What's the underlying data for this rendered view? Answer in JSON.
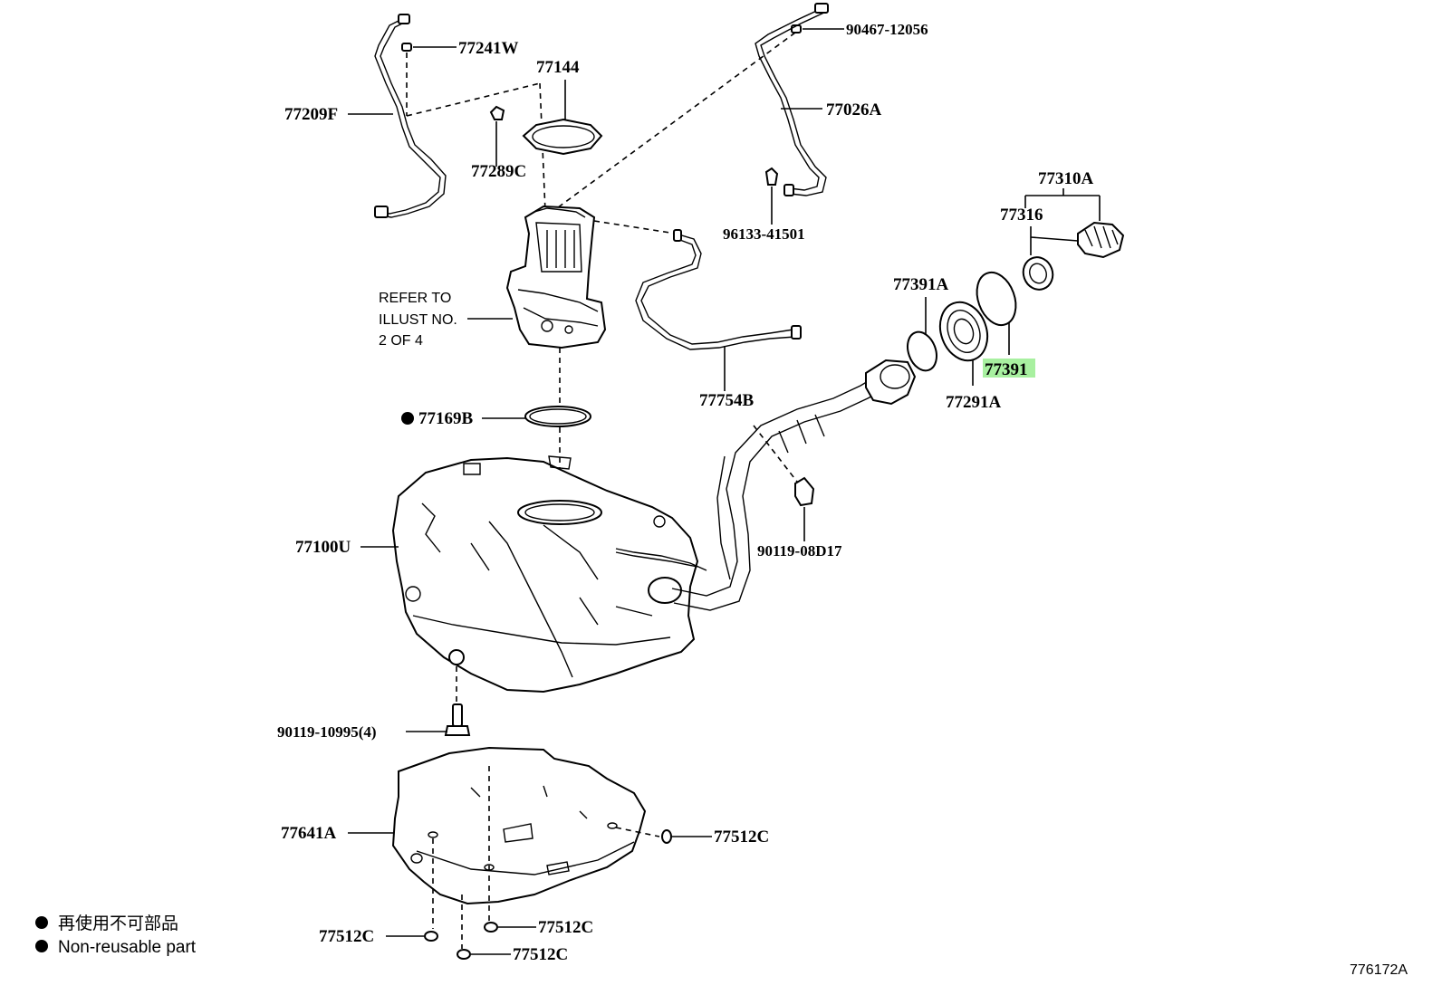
{
  "parts": {
    "p77241W": "77241W",
    "p77144": "77144",
    "p77209F": "77209F",
    "p77289C": "77289C",
    "p90467": "90467-12056",
    "p77026A": "77026A",
    "p96133": "96133-41501",
    "p77310A": "77310A",
    "p77316": "77316",
    "p77391A": "77391A",
    "p77391": "77391",
    "p77291A": "77291A",
    "p77754B": "77754B",
    "p77169B": "77169B",
    "p77100U": "77100U",
    "p90119_08D17": "90119-08D17",
    "p90119_10995": "90119-10995(4)",
    "p77641A": "77641A",
    "p77512C_a": "77512C",
    "p77512C_b": "77512C",
    "p77512C_c": "77512C",
    "p77512C_d": "77512C"
  },
  "refer_note": {
    "line1": "REFER TO",
    "line2": "ILLUST NO.",
    "line3": "2 OF 4"
  },
  "legend": {
    "jp": "再使用不可部品",
    "en": "Non-reusable part"
  },
  "figure_code": "776172A",
  "highlight_color": "#a8f0a0"
}
